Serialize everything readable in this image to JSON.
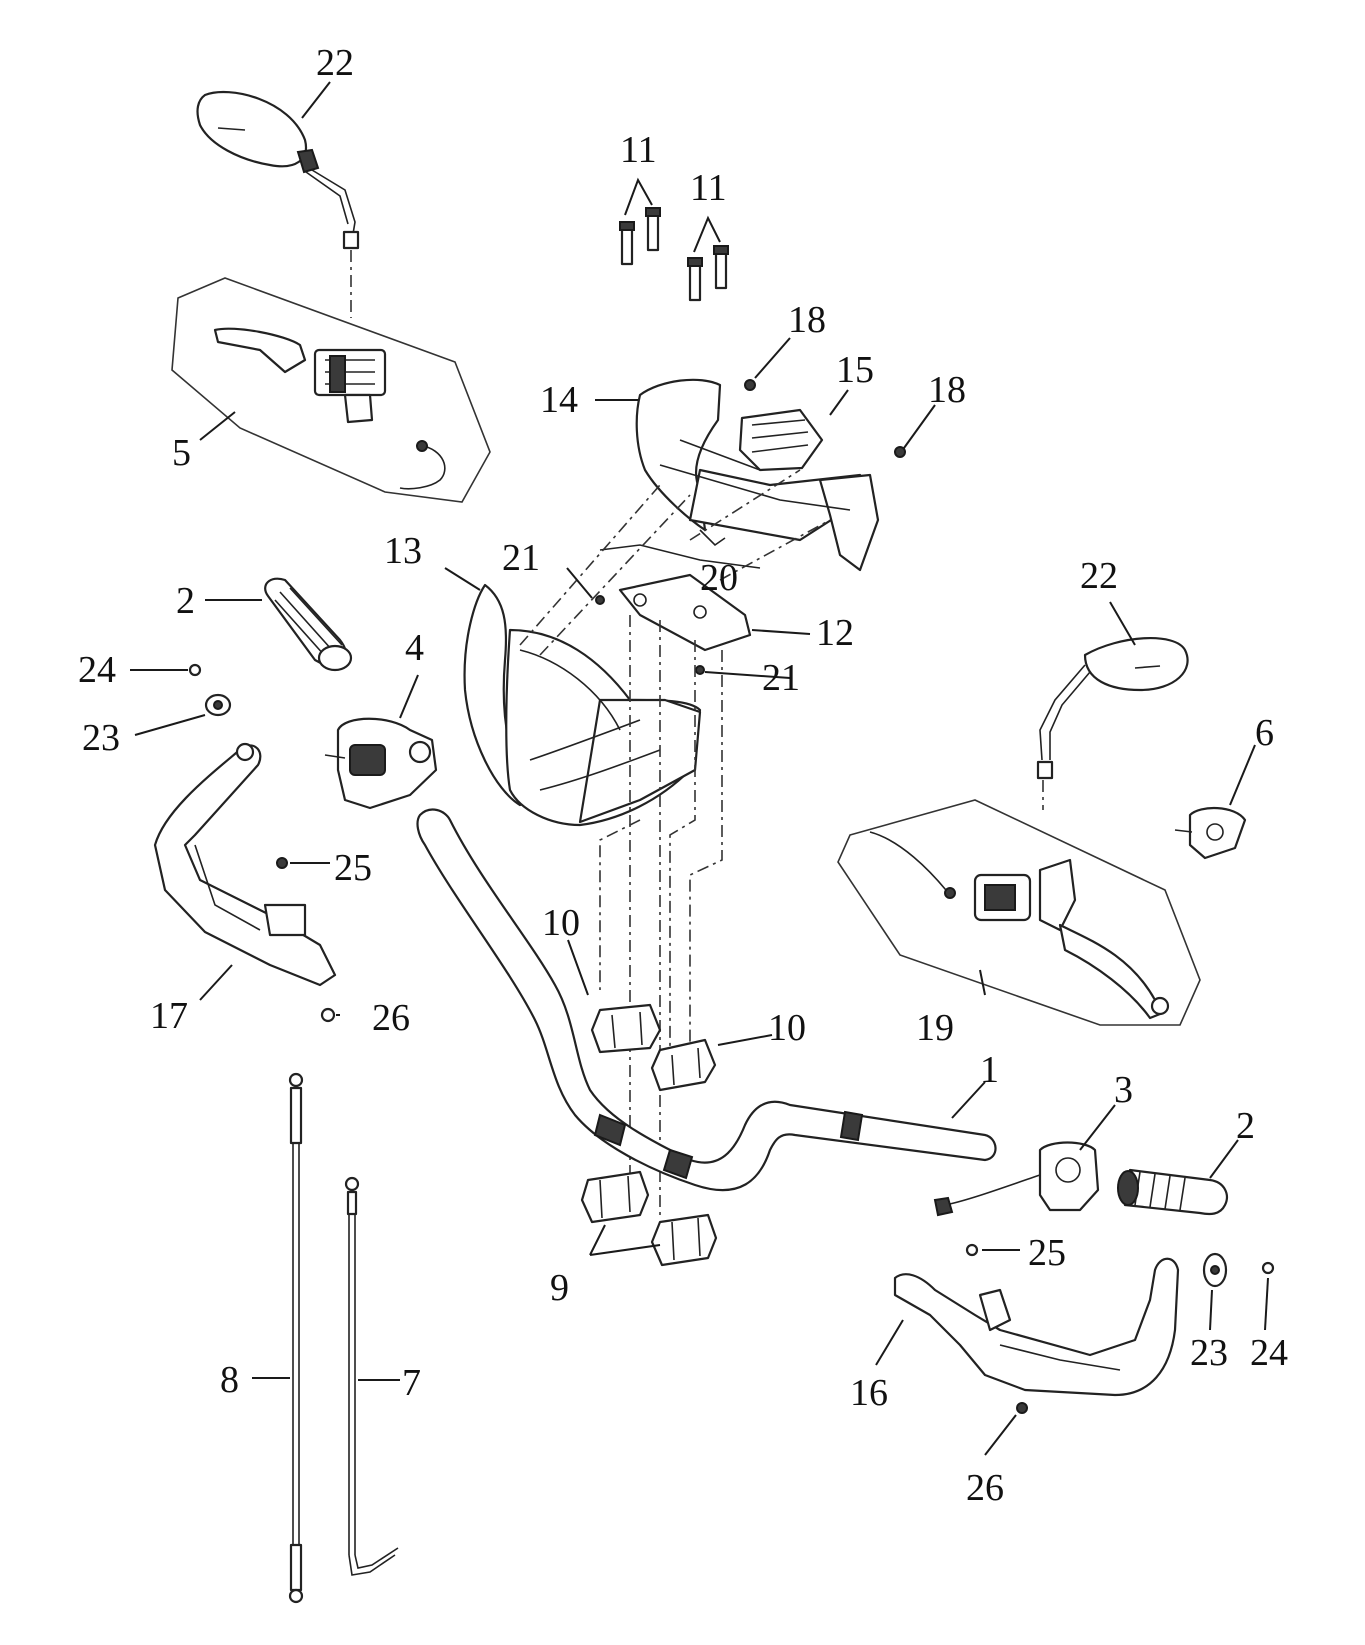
{
  "callouts": [
    {
      "id": "c22a",
      "text": "22"
    },
    {
      "id": "c11a",
      "text": "11"
    },
    {
      "id": "c11b",
      "text": "11"
    },
    {
      "id": "c18a",
      "text": "18"
    },
    {
      "id": "c15",
      "text": "15"
    },
    {
      "id": "c14",
      "text": "14"
    },
    {
      "id": "c18b",
      "text": "18"
    },
    {
      "id": "c5",
      "text": "5"
    },
    {
      "id": "c13",
      "text": "13"
    },
    {
      "id": "c21a",
      "text": "21"
    },
    {
      "id": "c20",
      "text": "20"
    },
    {
      "id": "c12",
      "text": "12"
    },
    {
      "id": "c21b",
      "text": "21"
    },
    {
      "id": "c2a",
      "text": "2"
    },
    {
      "id": "c4",
      "text": "4"
    },
    {
      "id": "c24a",
      "text": "24"
    },
    {
      "id": "c23a",
      "text": "23"
    },
    {
      "id": "c22b",
      "text": "22"
    },
    {
      "id": "c6",
      "text": "6"
    },
    {
      "id": "c25a",
      "text": "25"
    },
    {
      "id": "c10a",
      "text": "10"
    },
    {
      "id": "c17",
      "text": "17"
    },
    {
      "id": "c26a",
      "text": "26"
    },
    {
      "id": "c19",
      "text": "19"
    },
    {
      "id": "c10b",
      "text": "10"
    },
    {
      "id": "c1",
      "text": "1"
    },
    {
      "id": "c3",
      "text": "3"
    },
    {
      "id": "c2b",
      "text": "2"
    },
    {
      "id": "c25b",
      "text": "25"
    },
    {
      "id": "c9",
      "text": "9"
    },
    {
      "id": "c23b",
      "text": "23"
    },
    {
      "id": "c24b",
      "text": "24"
    },
    {
      "id": "c8",
      "text": "8"
    },
    {
      "id": "c7",
      "text": "7"
    },
    {
      "id": "c16",
      "text": "16"
    },
    {
      "id": "c26b",
      "text": "26"
    }
  ]
}
